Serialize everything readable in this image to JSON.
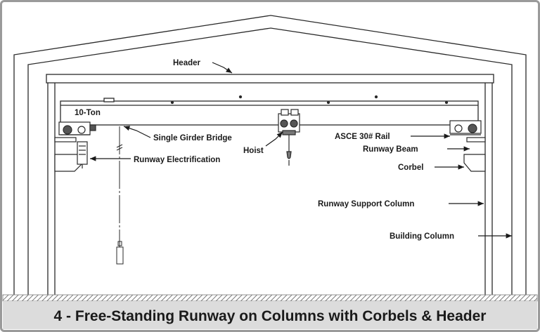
{
  "labels": {
    "header": "Header",
    "ton": "10-Ton",
    "bridge": "Single Girder Bridge",
    "hoist": "Hoist",
    "rail": "ASCE 30# Rail",
    "runway_beam": "Runway Beam",
    "electrification": "Runway Electrification",
    "corbel": "Corbel",
    "support_column": "Runway Support Column",
    "building_column": "Building Column"
  },
  "caption": "4 - Free-Standing Runway on Columns with Corbels & Header",
  "colors": {
    "line": "#2a2a2a",
    "caption_bar": "#dcdcdc",
    "ground_hatch": "#7a7a7a"
  }
}
